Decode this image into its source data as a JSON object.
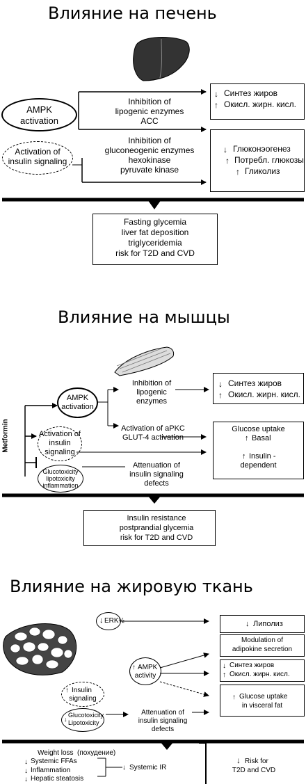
{
  "liver": {
    "title": "Влияние на печень",
    "ampk_line1": "AMPK",
    "ampk_line2": "activation",
    "ins_line1": "Activation of",
    "ins_line2": "insulin signaling",
    "mid1": [
      "Inhibition of",
      "lipogenic enzymes",
      "ACC"
    ],
    "mid2": [
      "Inhibition of",
      "gluconeogenic enzymes",
      "hexokinase",
      "pyruvate kinase"
    ],
    "out1": [
      "Синтез жиров",
      "Окисл. жирн. кисл."
    ],
    "out2": [
      "Глюконэогенез",
      "Потребл. глюкозы",
      "Гликолиз"
    ],
    "result": [
      "Fasting glycemia",
      "liver fat deposition",
      "triglyceridemia",
      "risk for T2D and CVD"
    ]
  },
  "muscle": {
    "title": "Влияние на мышцы",
    "metformin": "Metformin",
    "ampk_line1": "AMPK",
    "ampk_line2": "activation",
    "ins_lines": [
      "Activation of",
      "insulin",
      "signaling"
    ],
    "gluco_lines": [
      "Glucotoxicity",
      "lipotoxicity",
      "inflammation"
    ],
    "mid1": [
      "Inhibition of",
      "lipogenic",
      "enzymes"
    ],
    "mid2": [
      "Activation of aPKC",
      "GLUT-4 activation"
    ],
    "mid3": [
      "Attenuation of",
      "insulin signaling",
      "defects"
    ],
    "out1": [
      "Синтез жиров",
      "Окисл. жирн. кисл."
    ],
    "out2": [
      "Glucose uptake",
      "Basal",
      "Insulin -",
      "dependent"
    ],
    "result": [
      "Insulin resistance",
      "postprandial glycemia",
      "risk for T2D and CVD"
    ]
  },
  "fat": {
    "title": "Влияние на жировую ткань",
    "erk": "ERK½",
    "ampk_line1": "AMPK",
    "ampk_line2": "activity",
    "ins_lines": [
      "Insulin",
      "signaling"
    ],
    "gluco_lines": [
      "Glucotoxicity",
      "Lipotoxicity"
    ],
    "mid": [
      "Attenuation of",
      "insulin signaling",
      "defects"
    ],
    "out1": "Липолиз",
    "out2": [
      "Modulation of",
      "adipokine secretion"
    ],
    "out3": [
      "Синтез жиров",
      "Окисл. жирн. кисл."
    ],
    "out4": [
      "Glucose uptake",
      "in visceral fat"
    ],
    "bottom_left": [
      "Weight loss",
      "(похудение)",
      "Systemic FFAs",
      "Inflammation",
      "Hepatic steatosis"
    ],
    "systemic_ir": "Systemic IR",
    "risk": [
      "Risk for",
      "T2D and CVD"
    ]
  }
}
